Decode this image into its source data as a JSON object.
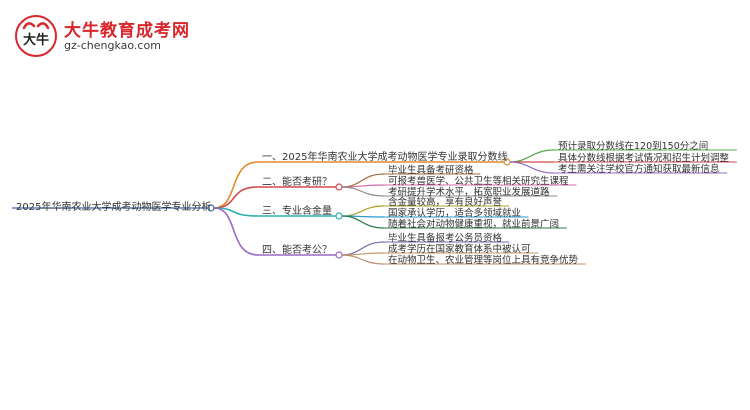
{
  "logo": {
    "title": "大牛教育成考网",
    "url": "gz-chengkao.com",
    "mark_text": "大牛"
  },
  "root": "2025年华南农业大学成考动物医学专业分析",
  "branches": [
    {
      "label": "一、2025年华南农业大学成考动物医学专业录取分数线",
      "color": "#e58a2c",
      "leaves": [
        {
          "text": "预计录取分数线在120到150分之间",
          "color": "#55a84a"
        },
        {
          "text": "具体分数线根据考试情况和招生计划调整",
          "color": "#d24a4a"
        },
        {
          "text": "考生需关注学校官方通知获取最新信息",
          "color": "#9a69c4"
        }
      ]
    },
    {
      "label": "二、能否考研？",
      "color": "#d24a4a",
      "leaves": [
        {
          "text": "毕业生具备考研资格",
          "color": "#a46a3c"
        },
        {
          "text": "可报考兽医学、公共卫生等相关研究生课程",
          "color": "#d96aa5"
        },
        {
          "text": "考研提升学术水平，拓宽职业发展道路",
          "color": "#888888"
        }
      ]
    },
    {
      "label": "三、专业含金量",
      "color": "#2bb0b0",
      "leaves": [
        {
          "text": "含金量较高，享有良好声誉",
          "color": "#b0a02a"
        },
        {
          "text": "国家承认学历，适合多领域就业",
          "color": "#2a9ad0"
        },
        {
          "text": "随着社会对动物健康重视，就业前景广阔",
          "color": "#2a7a4a"
        }
      ]
    },
    {
      "label": "四、能否考公？",
      "color": "#9a69c4",
      "leaves": [
        {
          "text": "毕业生具备报考公务员资格",
          "color": "#6e6ea8"
        },
        {
          "text": "成考学历在国家教育体系中被认可",
          "color": "#c09a6a"
        },
        {
          "text": "在动物卫生、农业管理等岗位上具有竞争优势",
          "color": "#c08a6a"
        }
      ]
    }
  ]
}
